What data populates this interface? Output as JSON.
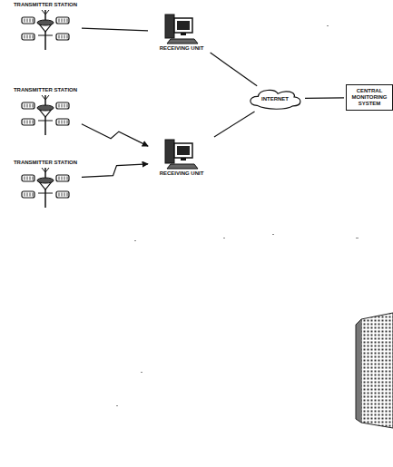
{
  "diagram": {
    "nodes": [
      {
        "text": [
          "TRANSMITTER STATION"
        ]
      },
      {
        "text": [
          "RECEIVING UNIT"
        ]
      },
      {
        "text": [
          "TRANSMITTER STATION"
        ]
      },
      {
        "text": [
          "TRANSMITTER STATION"
        ]
      },
      {
        "text": [
          "RECEIVING UNIT"
        ]
      },
      {
        "text": [
          "INTERNET"
        ]
      },
      {
        "text": [
          "CENTRAL MONITORING SYSTEM"
        ]
      }
    ],
    "edges": [
      {
        "from": 0,
        "to": 1,
        "arrow": "none"
      },
      {
        "from": 2,
        "to": 4,
        "arrow": "to"
      },
      {
        "from": 3,
        "to": 4,
        "arrow": "to"
      },
      {
        "from": 1,
        "to": 5,
        "arrow": "none"
      },
      {
        "from": 4,
        "to": 5,
        "arrow": "none"
      },
      {
        "from": 5,
        "to": 6,
        "arrow": "none"
      }
    ]
  }
}
